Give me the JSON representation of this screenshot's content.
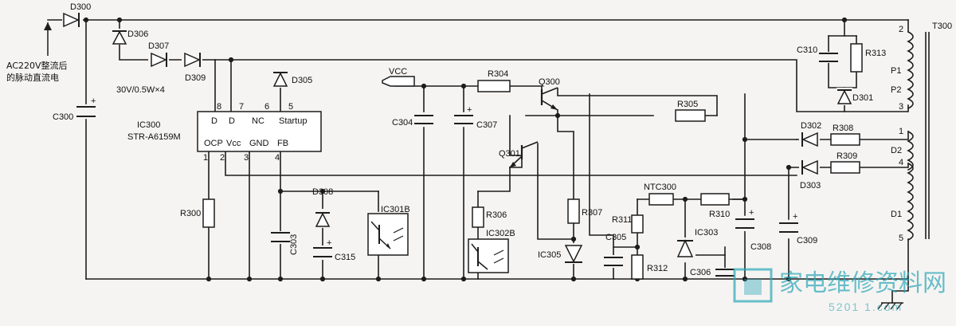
{
  "labels": {
    "d300": "D300",
    "input_line1": "AC220V整流后",
    "input_line2": "的脉动直流电",
    "d306": "D306",
    "d307": "D307",
    "d309": "D309",
    "diode_spec": "30V/0.5W×4",
    "d305": "D305",
    "c300": "C300",
    "pin8": "8",
    "pin7": "7",
    "pin6": "6",
    "pin5": "5",
    "pin1": "1",
    "pin2": "2",
    "pin3": "3",
    "pin4": "4",
    "ic_d1": "D",
    "ic_d2": "D",
    "ic_nc": "NC",
    "ic_startup": "Startup",
    "ic_ocp": "OCP",
    "ic_vcc": "Vcc",
    "ic_gnd": "GND",
    "ic_fb": "FB",
    "ic300": "IC300",
    "ic300_part": "STR-A6159M",
    "vcc": "VCC",
    "r304": "R304",
    "q300": "Q300",
    "c304": "C304",
    "c307": "C307",
    "r305": "R305",
    "q301": "Q301",
    "t300": "T300",
    "tpin2": "2",
    "tpin3": "3",
    "tpin1": "1",
    "tpin4": "4",
    "tpin5": "5",
    "c310": "C310",
    "r313": "R313",
    "p1": "P1",
    "p2": "P2",
    "d301": "D301",
    "d302": "D302",
    "r308": "R308",
    "d2": "D2",
    "d303": "D303",
    "r309": "R309",
    "d1": "D1",
    "r300": "R300",
    "d308": "D308",
    "c303": "C303",
    "c315": "C315",
    "ic301b": "IC301B",
    "r306": "R306",
    "ic302b": "IC302B",
    "r307": "R307",
    "ic305": "IC305",
    "c305": "C305",
    "ntc300": "NTC300",
    "r311": "R311",
    "r312": "R312",
    "r310": "R310",
    "ic303": "IC303",
    "c306": "C306",
    "c308": "C308",
    "c309": "C309"
  },
  "watermark": {
    "cn": "家电维修资料网",
    "url": "5201 1.com"
  },
  "colors": {
    "ink": "#1d1d1d",
    "paper": "#f6f4f2",
    "watermark": "#2aa6b8"
  }
}
